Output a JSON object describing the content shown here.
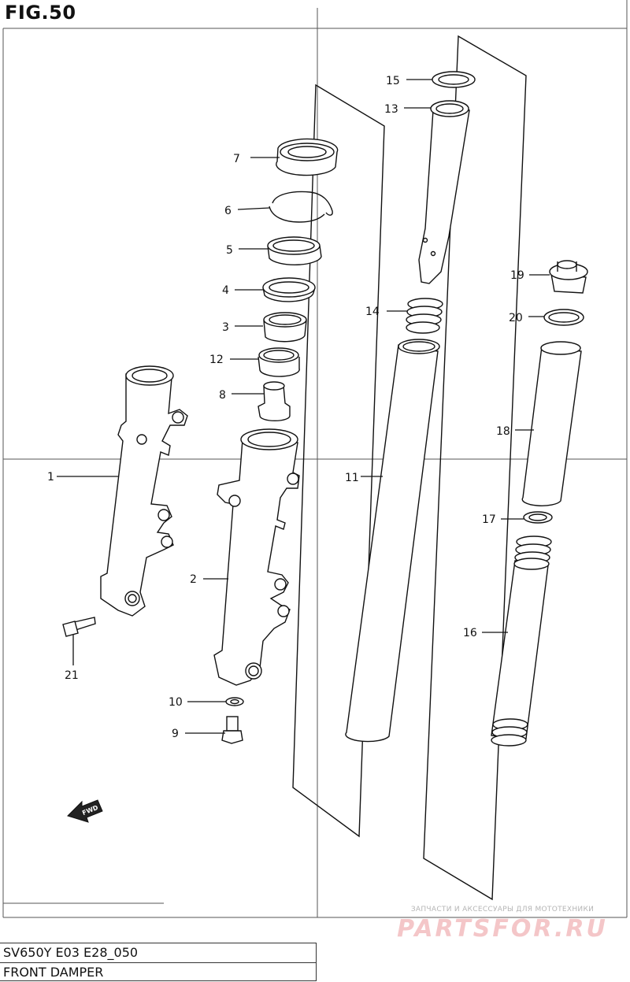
{
  "figure": {
    "title": "FIG.50"
  },
  "callouts": [
    {
      "id": "c1",
      "text": "1"
    },
    {
      "id": "c2",
      "text": "2"
    },
    {
      "id": "c3",
      "text": "3"
    },
    {
      "id": "c4",
      "text": "4"
    },
    {
      "id": "c5",
      "text": "5"
    },
    {
      "id": "c6",
      "text": "6"
    },
    {
      "id": "c7",
      "text": "7"
    },
    {
      "id": "c8",
      "text": "8"
    },
    {
      "id": "c9",
      "text": "9"
    },
    {
      "id": "c10",
      "text": "10"
    },
    {
      "id": "c11",
      "text": "11"
    },
    {
      "id": "c12",
      "text": "12"
    },
    {
      "id": "c13",
      "text": "13"
    },
    {
      "id": "c14",
      "text": "14"
    },
    {
      "id": "c15",
      "text": "15"
    },
    {
      "id": "c16",
      "text": "16"
    },
    {
      "id": "c17",
      "text": "17"
    },
    {
      "id": "c18",
      "text": "18"
    },
    {
      "id": "c19",
      "text": "19"
    },
    {
      "id": "c20",
      "text": "20"
    },
    {
      "id": "c21",
      "text": "21"
    }
  ],
  "direction_arrow": {
    "label": "FWD"
  },
  "title_block": {
    "model_code": "SV650Y E03 E28_050",
    "section_name": "FRONT DAMPER"
  },
  "watermark": {
    "tagline": "ЗАПЧАСТИ И АКСЕССУАРЫ ДЛЯ МОТОТЕХНИКИ",
    "brand": "PARTSFOR.RU"
  }
}
